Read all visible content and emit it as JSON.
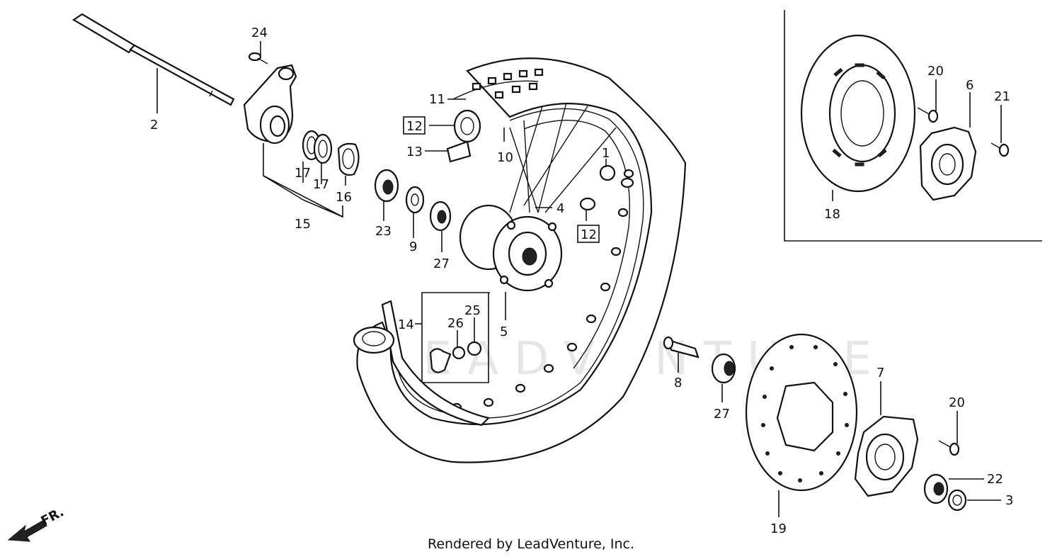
{
  "parts": [
    {
      "id": "p1",
      "label": "1"
    },
    {
      "id": "p2",
      "label": "2"
    },
    {
      "id": "p3",
      "label": "3"
    },
    {
      "id": "p4",
      "label": "4"
    },
    {
      "id": "p5",
      "label": "5"
    },
    {
      "id": "p6",
      "label": "6"
    },
    {
      "id": "p7",
      "label": "7"
    },
    {
      "id": "p8",
      "label": "8"
    },
    {
      "id": "p9",
      "label": "9"
    },
    {
      "id": "p10",
      "label": "10"
    },
    {
      "id": "p11",
      "label": "11"
    },
    {
      "id": "p12a",
      "label": "12"
    },
    {
      "id": "p12b",
      "label": "12"
    },
    {
      "id": "p13",
      "label": "13"
    },
    {
      "id": "p14",
      "label": "14"
    },
    {
      "id": "p15",
      "label": "15"
    },
    {
      "id": "p16",
      "label": "16"
    },
    {
      "id": "p17a",
      "label": "17"
    },
    {
      "id": "p17b",
      "label": "17"
    },
    {
      "id": "p18",
      "label": "18"
    },
    {
      "id": "p19",
      "label": "19"
    },
    {
      "id": "p20a",
      "label": "20"
    },
    {
      "id": "p20b",
      "label": "20"
    },
    {
      "id": "p21",
      "label": "21"
    },
    {
      "id": "p22",
      "label": "22"
    },
    {
      "id": "p23",
      "label": "23"
    },
    {
      "id": "p24",
      "label": "24"
    },
    {
      "id": "p25",
      "label": "25"
    },
    {
      "id": "p26",
      "label": "26"
    },
    {
      "id": "p27a",
      "label": "27"
    },
    {
      "id": "p27b",
      "label": "27"
    }
  ],
  "front_indicator": "FR.",
  "watermark": "LEADVENTURE",
  "credit": "Rendered by LeadVenture, Inc."
}
